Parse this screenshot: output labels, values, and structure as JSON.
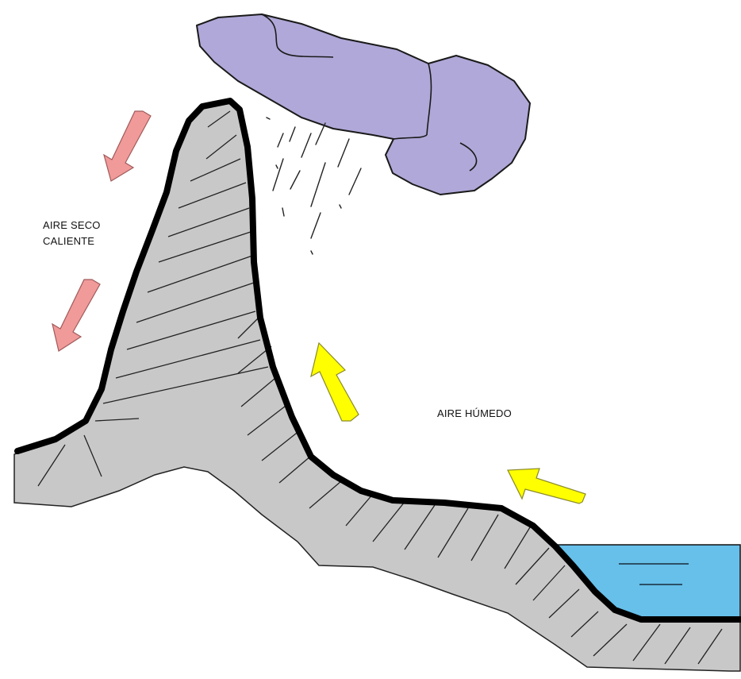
{
  "labels": {
    "dry_air_line1": "AIRE SECO",
    "dry_air_line2": "CALIENTE",
    "humid_air": "AIRE HÚMEDO"
  },
  "colors": {
    "ground_fill": "#c8c8c8",
    "ground_outline": "#000000",
    "cloud_fill": "#b0a8d8",
    "water_fill": "#66c0ea",
    "dry_air_arrow": "#f19a9a",
    "humid_air_arrow": "#ffff00"
  },
  "icons": {
    "dry_air_arrows": "arrow-down-left-icon",
    "humid_air_arrows": "arrow-up-left-icon"
  }
}
